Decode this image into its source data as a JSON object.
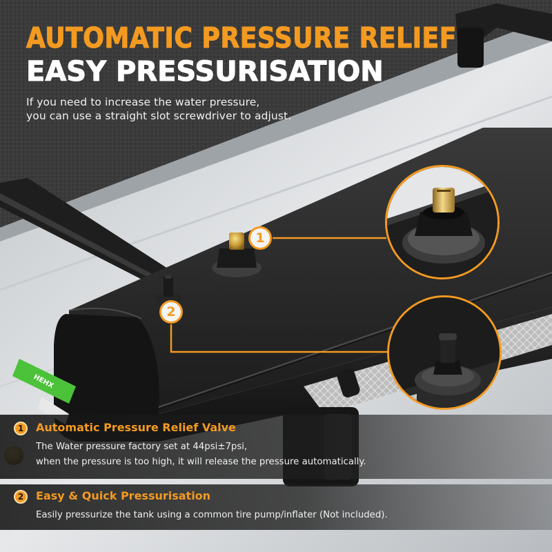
{
  "headline": {
    "line1": "AUTOMATIC PRESSURE RELIEF",
    "line2": "EASY PRESSURISATION"
  },
  "intro": {
    "line1": "If you need to increase the water pressure,",
    "line2": "you can use a straight slot screwdriver to adjust."
  },
  "callouts": [
    {
      "number": "1",
      "target": "brass relief valve"
    },
    {
      "number": "2",
      "target": "tire valve stem"
    }
  ],
  "product": {
    "brand_tag": "HEHX"
  },
  "features": [
    {
      "number": "1",
      "title": "Automatic Pressure Relief Valve",
      "body_line1": "The Water pressure factory set at 44psi±7psi,",
      "body_line2": "when the pressure is too high, it will release the pressure automatically."
    },
    {
      "number": "2",
      "title": "Easy & Quick Pressurisation",
      "body_line1": "Easily pressurize the tank using a common tire pump/inflater (Not included)."
    }
  ],
  "colors": {
    "accent": "#f39a21",
    "tank": "#1f1f1f",
    "roof": "#d9dcdf",
    "background": "#3a3a3a",
    "brand_green": "#4cc23a"
  }
}
